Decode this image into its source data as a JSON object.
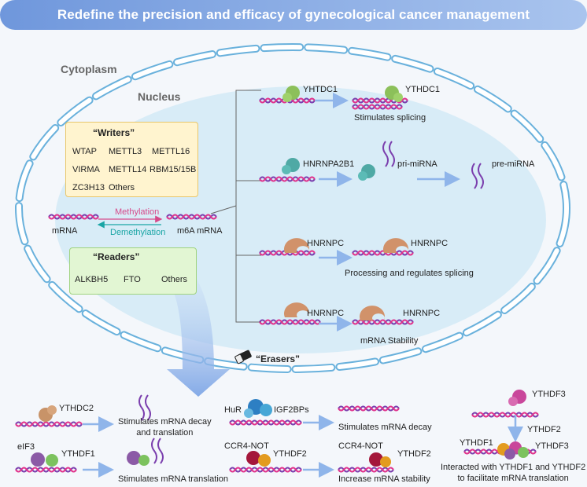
{
  "title": "Redefine the precision and efficacy of gynecological cancer management",
  "compartments": {
    "cytoplasm": "Cytoplasm",
    "nucleus": "Nucleus"
  },
  "writers": {
    "heading": "“Writers”",
    "items": [
      "WTAP",
      "METTL3",
      "METTL16",
      "VIRMA",
      "METTL14",
      "RBM15/15B",
      "ZC3H13",
      "Others"
    ]
  },
  "readers": {
    "heading": "“Readers”",
    "items": [
      "ALKBH5",
      "FTO",
      "Others"
    ]
  },
  "erasers": {
    "heading": "“Erasers”"
  },
  "modification": {
    "mrna": "mRNA",
    "m6a_mrna": "m6A mRNA",
    "methylation": "Methylation",
    "demethylation": "Demethylation"
  },
  "nuclear_paths": [
    {
      "protein": "YHTDC1",
      "product_protein": "YTHDC1",
      "outcome": "Stimulates splicing"
    },
    {
      "protein": "HNRNPA2B1",
      "intermediate": "pri-miRNA",
      "product": "pre-miRNA"
    },
    {
      "protein": "HNRNPC",
      "product_protein": "HNRNPC",
      "outcome": "Processing and regulates splicing"
    },
    {
      "protein": "HNRNPC",
      "product_protein": "HNRNPC",
      "outcome": "mRNA Stability"
    }
  ],
  "cytoplasm_paths": {
    "ythdc2": {
      "protein": "YTHDC2",
      "outcome": "Stimulates mRNA decay\nand translation"
    },
    "ythdf1": {
      "cofactor": "eIF3",
      "protein": "YTHDF1",
      "outcome": "Stimulates mRNA translation"
    },
    "igf2bps": {
      "cofactor": "HuR",
      "protein": "IGF2BPs",
      "outcome": "Stimulates mRNA decay"
    },
    "ythdf2": {
      "cofactor": "CCR4-NOT",
      "protein": "YTHDF2",
      "product_cofactor": "CCR4-NOT",
      "product_protein": "YTHDF2",
      "outcome": "Increase mRNA stability"
    },
    "ythdf3": {
      "protein": "YTHDF3",
      "partner1": "YTHDF1",
      "partner2": "YTHDF2",
      "complex_protein": "YTHDF3",
      "outcome": "Interacted with YTHDF1 and YTHDF2\nto facilitate mRNA translation"
    }
  },
  "colors": {
    "banner": "#8eb2e6",
    "nucleus_fill": "#cfe8f6",
    "rna_purple": "#7b3fae",
    "rna_pink": "#e0338c",
    "arrow_blue": "#8fb5ea",
    "writers_fill": "#fff4cf",
    "readers_fill": "#e2f6d3"
  }
}
